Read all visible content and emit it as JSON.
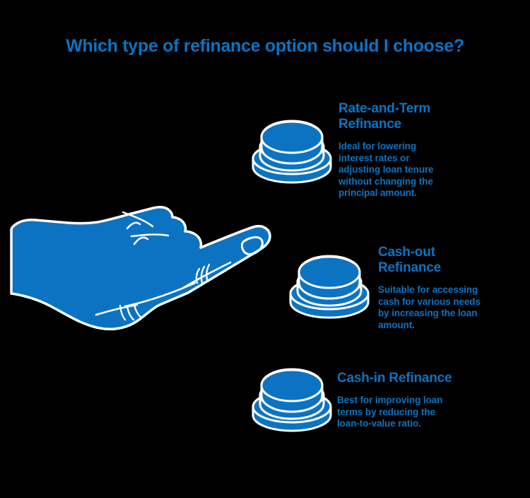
{
  "page": {
    "background_color": "#000000",
    "accent_color": "#0C73C2",
    "outline_color": "#FFFFFF",
    "title": "Which type of refinance option should I choose?"
  },
  "illustration": {
    "hand": {
      "icon": "pointing-hand-icon",
      "description": "Blue silhouette of a left hand pointing to the right with white outline creases"
    },
    "coins": [
      {
        "icon": "stacked-coin-icon",
        "label": "Rate-and-Term Refinance"
      },
      {
        "icon": "stacked-coin-icon",
        "label": "Cash-out Refinance"
      },
      {
        "icon": "stacked-coin-icon",
        "label": "Cash-in Refinance"
      }
    ]
  },
  "options": [
    {
      "heading": "Rate-and-Term\nRefinance",
      "body": "Ideal for lowering\ninterest rates or\nadjusting loan tenure\nwithout changing the\nprincipal amount."
    },
    {
      "heading": "Cash-out\nRefinance",
      "body": "Suitable for accessing\ncash for various needs\nby increasing the loan\namount."
    },
    {
      "heading": "Cash-in Refinance",
      "body": "Best for improving loan\nterms by reducing the\nloan-to-value ratio."
    }
  ]
}
